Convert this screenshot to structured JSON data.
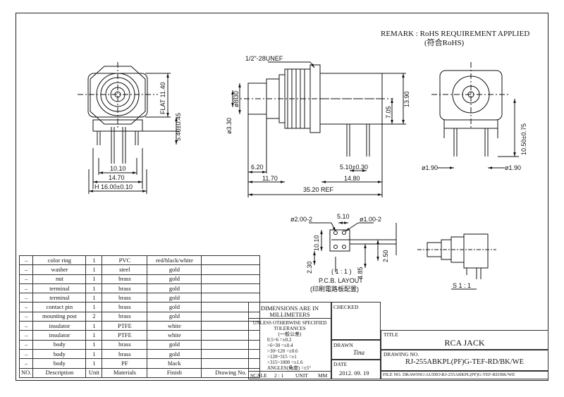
{
  "remark": {
    "line1": "REMARK : RoHS REQUIREMENT APPLIED",
    "line2": "(符合RoHS)"
  },
  "dims": {
    "thread": "1/2\"-28UNEF",
    "d830": "ø8.30",
    "d330": "ø3.30",
    "flat": "FLAT 11.40",
    "d540": "5.40±0.45",
    "d1010": "10.10",
    "d1470": "14.70",
    "h1600": "H 16.00±0.10",
    "d620": "6.20",
    "d1170": "11.70",
    "d3520": "35.20 REF",
    "d510a": "5.10±0.30",
    "d1480": "14.80",
    "d705": "7.05",
    "d1390": "13.90",
    "d190a": "ø1.90",
    "d190b": "ø1.90",
    "d1050": "10.50±0.75",
    "pcb_d200": "ø2.00-2",
    "pcb_d510": "5.10",
    "pcb_d100": "ø1.00-2",
    "pcb_d1010": "10.10",
    "pcb_d230": "2.30",
    "pcb_d485": "4.85",
    "pcb_d250": "2.50"
  },
  "pcb": {
    "scale": "( 1 : 1 )",
    "title": "P.C.B. LAYOUT",
    "title_cn": "(印刷電路板配置)"
  },
  "side_scale": "S 1 : 1",
  "bom": {
    "rows": [
      {
        "no": "–",
        "desc": "color ring",
        "unit": "1",
        "mat": "PVC",
        "finish": "red/black/white",
        "dwg": ""
      },
      {
        "no": "–",
        "desc": "washer",
        "unit": "1",
        "mat": "steel",
        "finish": "gold",
        "dwg": ""
      },
      {
        "no": "–",
        "desc": "nut",
        "unit": "1",
        "mat": "brass",
        "finish": "gold",
        "dwg": ""
      },
      {
        "no": "–",
        "desc": "terminal",
        "unit": "1",
        "mat": "brass",
        "finish": "gold",
        "dwg": ""
      },
      {
        "no": "–",
        "desc": "terminal",
        "unit": "1",
        "mat": "brass",
        "finish": "gold",
        "dwg": ""
      },
      {
        "no": "–",
        "desc": "contact pin",
        "unit": "1",
        "mat": "brass",
        "finish": "gold",
        "dwg": ""
      },
      {
        "no": "–",
        "desc": "mounting post",
        "unit": "2",
        "mat": "brass",
        "finish": "gold",
        "dwg": ""
      },
      {
        "no": "–",
        "desc": "insulator",
        "unit": "1",
        "mat": "PTFE",
        "finish": "white",
        "dwg": ""
      },
      {
        "no": "–",
        "desc": "insulator",
        "unit": "1",
        "mat": "PTFE",
        "finish": "white",
        "dwg": ""
      },
      {
        "no": "–",
        "desc": "body",
        "unit": "1",
        "mat": "brass",
        "finish": "gold",
        "dwg": ""
      },
      {
        "no": "–",
        "desc": "body",
        "unit": "1",
        "mat": "brass",
        "finish": "gold",
        "dwg": ""
      },
      {
        "no": "–",
        "desc": "body",
        "unit": "1",
        "mat": "PF",
        "finish": "black",
        "dwg": ""
      }
    ],
    "header": {
      "no": "NO.",
      "desc": "Description",
      "unit": "Unit",
      "mat": "Materials",
      "finish": "Finish",
      "dwg": "Drawing No."
    }
  },
  "titleblock": {
    "dim_title": "DIMENSIONS ARE IN MILLIMETERS",
    "tol_title": "UNLESS OTHERWISE SPECIFIED TOLERANCES",
    "tol_cn": "(一般公差)",
    "tol_lines": [
      "0.5~6 =±0.2",
      ">6~30 =±0.4",
      ">30~120 =±0.6",
      ">120~315 =±1",
      ">315~1000 =±1.6",
      "ANGLES(角度) =±5°"
    ],
    "checked": "CHECKED",
    "drawn": "DRAWN",
    "drawn_by": "Tina",
    "date_label": "DATE",
    "date": "2012. 09. 19",
    "title_label": "TITLE",
    "title": "RCA JACK",
    "dwg_label": "DRAWING NO.",
    "dwg_no": "RJ-255ABKPL(PF)G-TEF-RD/BK/WE",
    "file_no": "FILE NO. DRAWING\\AUDIO\\RJ-255ABKPL(PF)G-TEF-RD/BK/WE",
    "scale_label": "SCALE",
    "scale": "2 : 1",
    "unit_label": "UNIT",
    "unit": "MM"
  }
}
